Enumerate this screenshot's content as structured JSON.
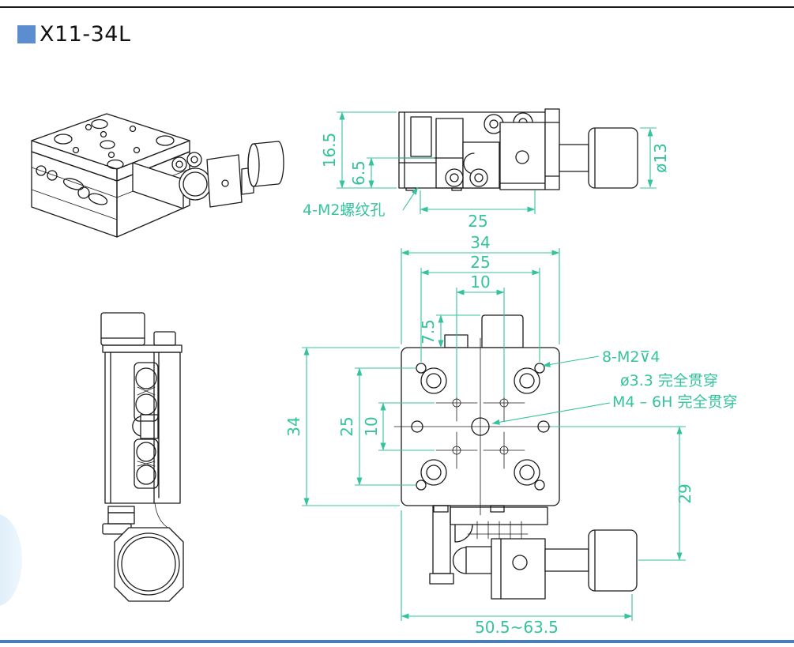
{
  "page": {
    "title": "X11-34L",
    "colors": {
      "accent_square": "#5b8dd0",
      "dimension_teal": "#35c39e",
      "drawing_line": "#1b1b1b",
      "footer_line": "#4a7ebb",
      "corner_glow": "#cde4f6"
    }
  },
  "side_view": {
    "dim_total_height": "16.5",
    "dim_base_height": "6.5",
    "dim_hole_span": "25",
    "dim_knob_diameter": "ø13",
    "thread_label": "4-M2螺纹孔"
  },
  "top_view": {
    "dim_width_overall": "34",
    "dim_corner_hole_span_x": "25",
    "dim_center_hole_span_x": "10",
    "dim_bump_height": "7.5",
    "dim_height_overall": "34",
    "dim_corner_hole_span_y": "25",
    "dim_center_hole_span_y": "10",
    "dim_knob_axis_offset": "29",
    "dim_total_length_range": "50.5~63.5",
    "label_top_threads": "8-M2⊽4",
    "label_through_hole": "ø3.3  完全贯穿",
    "label_center_thread": "M4 – 6H  完全贯穿"
  }
}
